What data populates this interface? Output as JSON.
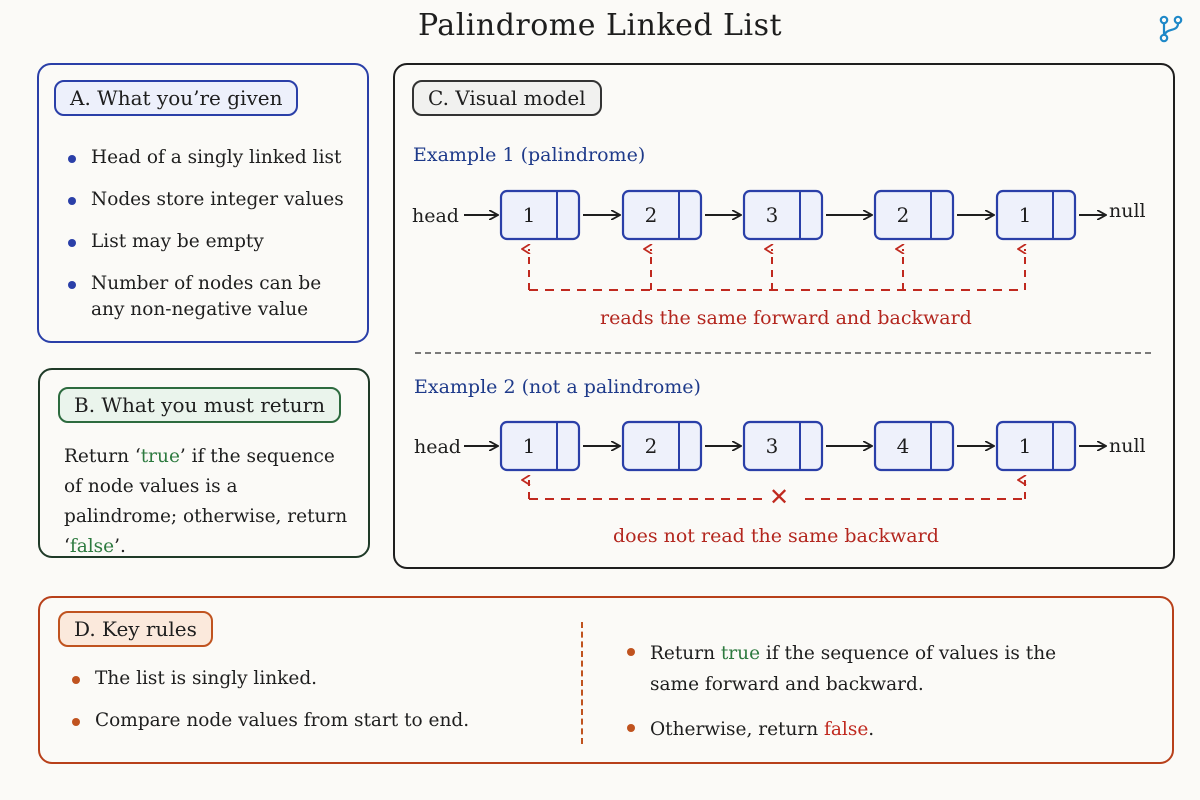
{
  "title": "Palindrome Linked List",
  "colors": {
    "blue": "#2a3fa8",
    "green": "#2d6b3f",
    "orange": "#c0531f",
    "red": "#c0291f",
    "node_fill": "#eef1fb"
  },
  "icons": {
    "top_right": "git-branch-icon"
  },
  "section_a": {
    "tag": "A. What you’re given",
    "items": [
      "Head of a singly linked list",
      "Nodes store integer values",
      "List may be empty",
      "Number of nodes can be any non-negative value"
    ]
  },
  "section_b": {
    "tag": "B. What you must return",
    "text_before_true": "Return ‘",
    "true_word": "true",
    "text_middle": "’ if the sequence of node values is a palindrome; otherwise, return ‘",
    "false_word": "false",
    "text_end": "’."
  },
  "section_c": {
    "tag": "C. Visual model",
    "example1": {
      "label": "Example 1  (palindrome)",
      "head": "head",
      "null": "null",
      "nodes": [
        "1",
        "2",
        "3",
        "2",
        "1"
      ],
      "caption": "reads the same forward and backward"
    },
    "example2": {
      "label": "Example 2  (not a palindrome)",
      "head": "head",
      "null": "null",
      "nodes": [
        "1",
        "2",
        "3",
        "4",
        "1"
      ],
      "cross": "✕",
      "caption": "does not read the same backward"
    }
  },
  "section_d": {
    "tag": "D. Key rules",
    "left_items": [
      "The list is singly linked.",
      "Compare node values from start to end."
    ],
    "right_item1_before": "Return ",
    "right_item1_word": "true",
    "right_item1_after": " if the sequence of values is the same forward and backward.",
    "right_item2_before": "Otherwise, return ",
    "right_item2_word": "false",
    "right_item2_after": "."
  }
}
